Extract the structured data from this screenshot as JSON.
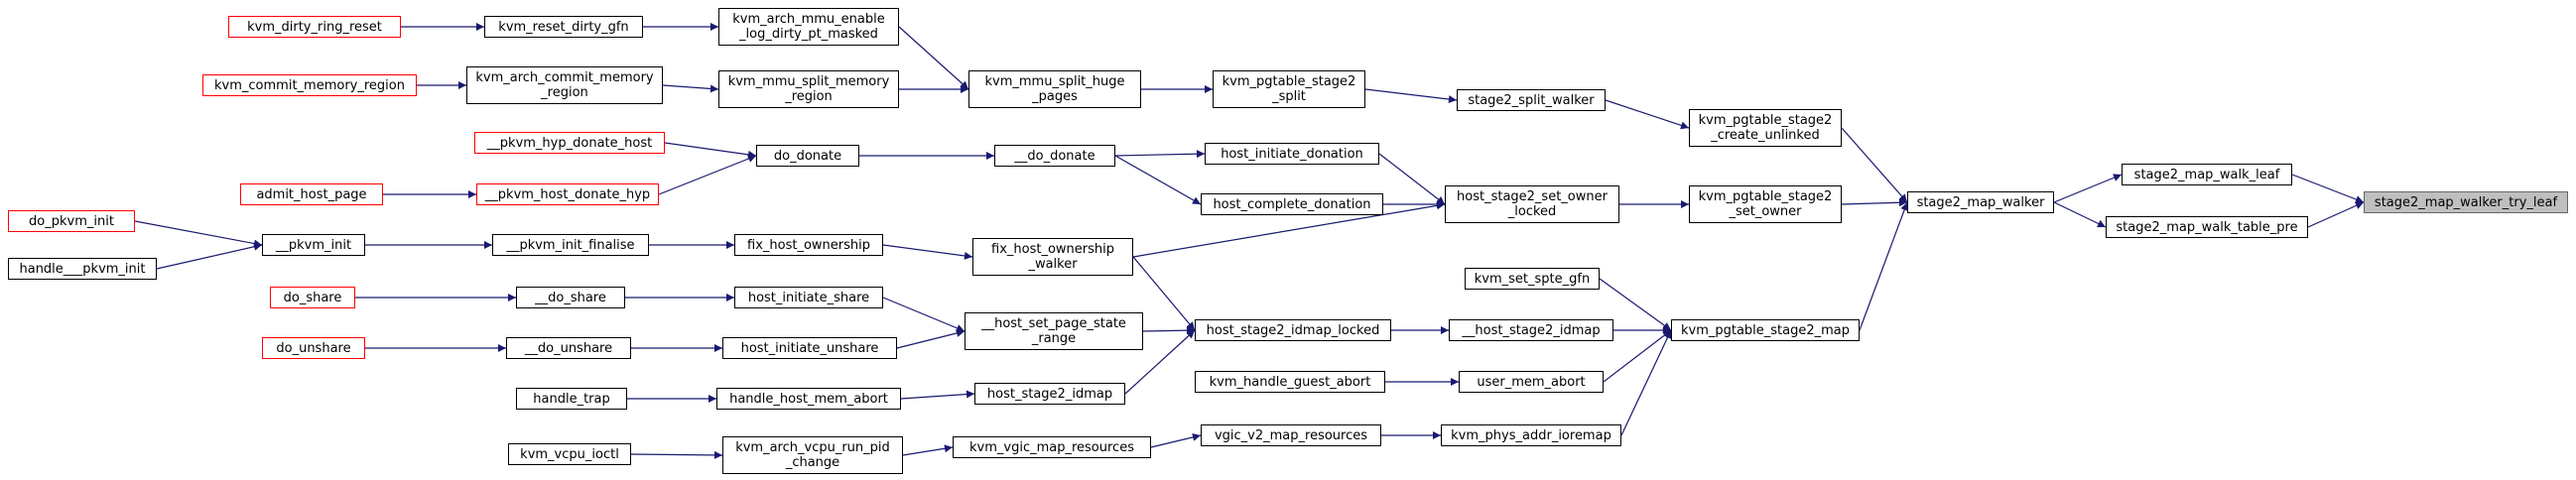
{
  "graph": {
    "colors": {
      "edge": "#191970",
      "border": "#000000",
      "truncated_border": "#ff0000",
      "root_fill": "#bfbfbf",
      "root_border": "#666666"
    },
    "nodes": [
      {
        "id": "stage2_map_walker_try_leaf",
        "label": "stage2_map_walker_try_leaf",
        "kind": "root"
      },
      {
        "id": "stage2_map_walk_leaf",
        "label": "stage2_map_walk_leaf",
        "kind": "normal"
      },
      {
        "id": "stage2_map_walk_table_pre",
        "label": "stage2_map_walk_table_pre",
        "kind": "normal"
      },
      {
        "id": "stage2_map_walker",
        "label": "stage2_map_walker",
        "kind": "normal"
      },
      {
        "id": "kvm_pgtable_stage2_create_unlinked",
        "label": "kvm_pgtable_stage2\n_create_unlinked",
        "kind": "normal"
      },
      {
        "id": "kvm_pgtable_stage2_set_owner",
        "label": "kvm_pgtable_stage2\n_set_owner",
        "kind": "normal"
      },
      {
        "id": "kvm_pgtable_stage2_map",
        "label": "kvm_pgtable_stage2_map",
        "kind": "normal"
      },
      {
        "id": "stage2_split_walker",
        "label": "stage2_split_walker",
        "kind": "normal"
      },
      {
        "id": "host_stage2_set_owner_locked",
        "label": "host_stage2_set_owner\n_locked",
        "kind": "normal"
      },
      {
        "id": "kvm_set_spte_gfn",
        "label": "kvm_set_spte_gfn",
        "kind": "normal"
      },
      {
        "id": "__host_stage2_idmap",
        "label": "__host_stage2_idmap",
        "kind": "normal"
      },
      {
        "id": "user_mem_abort",
        "label": "user_mem_abort",
        "kind": "normal"
      },
      {
        "id": "kvm_phys_addr_ioremap",
        "label": "kvm_phys_addr_ioremap",
        "kind": "normal"
      },
      {
        "id": "kvm_pgtable_stage2_split",
        "label": "kvm_pgtable_stage2\n_split",
        "kind": "normal"
      },
      {
        "id": "host_initiate_donation",
        "label": "host_initiate_donation",
        "kind": "normal"
      },
      {
        "id": "host_complete_donation",
        "label": "host_complete_donation",
        "kind": "normal"
      },
      {
        "id": "host_stage2_idmap_locked",
        "label": "host_stage2_idmap_locked",
        "kind": "normal"
      },
      {
        "id": "kvm_handle_guest_abort",
        "label": "kvm_handle_guest_abort",
        "kind": "normal"
      },
      {
        "id": "vgic_v2_map_resources",
        "label": "vgic_v2_map_resources",
        "kind": "normal"
      },
      {
        "id": "kvm_mmu_split_huge_pages",
        "label": "kvm_mmu_split_huge\n_pages",
        "kind": "normal"
      },
      {
        "id": "__do_donate",
        "label": "__do_donate",
        "kind": "normal"
      },
      {
        "id": "fix_host_ownership_walker",
        "label": "fix_host_ownership\n_walker",
        "kind": "normal"
      },
      {
        "id": "__host_set_page_state_range",
        "label": "__host_set_page_state\n_range",
        "kind": "normal"
      },
      {
        "id": "host_stage2_idmap",
        "label": "host_stage2_idmap",
        "kind": "normal"
      },
      {
        "id": "kvm_vgic_map_resources",
        "label": "kvm_vgic_map_resources",
        "kind": "normal"
      },
      {
        "id": "kvm_arch_mmu_enable_log_dirty_pt_masked",
        "label": "kvm_arch_mmu_enable\n_log_dirty_pt_masked",
        "kind": "normal"
      },
      {
        "id": "kvm_mmu_split_memory_region",
        "label": "kvm_mmu_split_memory\n_region",
        "kind": "normal"
      },
      {
        "id": "do_donate",
        "label": "do_donate",
        "kind": "normal"
      },
      {
        "id": "fix_host_ownership",
        "label": "fix_host_ownership",
        "kind": "normal"
      },
      {
        "id": "host_initiate_share",
        "label": "host_initiate_share",
        "kind": "normal"
      },
      {
        "id": "host_initiate_unshare",
        "label": "host_initiate_unshare",
        "kind": "normal"
      },
      {
        "id": "handle_host_mem_abort",
        "label": "handle_host_mem_abort",
        "kind": "normal"
      },
      {
        "id": "kvm_arch_vcpu_run_pid_change",
        "label": "kvm_arch_vcpu_run_pid\n_change",
        "kind": "normal"
      },
      {
        "id": "kvm_reset_dirty_gfn",
        "label": "kvm_reset_dirty_gfn",
        "kind": "normal"
      },
      {
        "id": "kvm_arch_commit_memory_region",
        "label": "kvm_arch_commit_memory\n_region",
        "kind": "normal"
      },
      {
        "id": "__pkvm_hyp_donate_host",
        "label": "__pkvm_hyp_donate_host",
        "kind": "truncated"
      },
      {
        "id": "__pkvm_host_donate_hyp",
        "label": "__pkvm_host_donate_hyp",
        "kind": "truncated"
      },
      {
        "id": "__pkvm_init_finalise",
        "label": "__pkvm_init_finalise",
        "kind": "normal"
      },
      {
        "id": "__do_share",
        "label": "__do_share",
        "kind": "normal"
      },
      {
        "id": "__do_unshare",
        "label": "__do_unshare",
        "kind": "normal"
      },
      {
        "id": "handle_trap",
        "label": "handle_trap",
        "kind": "normal"
      },
      {
        "id": "kvm_vcpu_ioctl",
        "label": "kvm_vcpu_ioctl",
        "kind": "normal"
      },
      {
        "id": "kvm_dirty_ring_reset",
        "label": "kvm_dirty_ring_reset",
        "kind": "truncated"
      },
      {
        "id": "kvm_commit_memory_region",
        "label": "kvm_commit_memory_region",
        "kind": "truncated"
      },
      {
        "id": "admit_host_page",
        "label": "admit_host_page",
        "kind": "truncated"
      },
      {
        "id": "__pkvm_init",
        "label": "__pkvm_init",
        "kind": "normal"
      },
      {
        "id": "do_share",
        "label": "do_share",
        "kind": "truncated"
      },
      {
        "id": "do_unshare",
        "label": "do_unshare",
        "kind": "truncated"
      },
      {
        "id": "do_pkvm_init",
        "label": "do_pkvm_init",
        "kind": "truncated"
      },
      {
        "id": "handle___pkvm_init",
        "label": "handle___pkvm_init",
        "kind": "normal"
      }
    ],
    "edges": [
      [
        "stage2_map_walk_leaf",
        "stage2_map_walker_try_leaf"
      ],
      [
        "stage2_map_walk_table_pre",
        "stage2_map_walker_try_leaf"
      ],
      [
        "stage2_map_walker",
        "stage2_map_walk_leaf"
      ],
      [
        "stage2_map_walker",
        "stage2_map_walk_table_pre"
      ],
      [
        "kvm_pgtable_stage2_create_unlinked",
        "stage2_map_walker"
      ],
      [
        "kvm_pgtable_stage2_set_owner",
        "stage2_map_walker"
      ],
      [
        "kvm_pgtable_stage2_map",
        "stage2_map_walker"
      ],
      [
        "stage2_split_walker",
        "kvm_pgtable_stage2_create_unlinked"
      ],
      [
        "host_stage2_set_owner_locked",
        "kvm_pgtable_stage2_set_owner"
      ],
      [
        "kvm_set_spte_gfn",
        "kvm_pgtable_stage2_map"
      ],
      [
        "__host_stage2_idmap",
        "kvm_pgtable_stage2_map"
      ],
      [
        "user_mem_abort",
        "kvm_pgtable_stage2_map"
      ],
      [
        "kvm_phys_addr_ioremap",
        "kvm_pgtable_stage2_map"
      ],
      [
        "kvm_pgtable_stage2_split",
        "stage2_split_walker"
      ],
      [
        "host_initiate_donation",
        "host_stage2_set_owner_locked"
      ],
      [
        "host_complete_donation",
        "host_stage2_set_owner_locked"
      ],
      [
        "host_stage2_idmap_locked",
        "__host_stage2_idmap"
      ],
      [
        "kvm_handle_guest_abort",
        "user_mem_abort"
      ],
      [
        "vgic_v2_map_resources",
        "kvm_phys_addr_ioremap"
      ],
      [
        "kvm_mmu_split_huge_pages",
        "kvm_pgtable_stage2_split"
      ],
      [
        "__do_donate",
        "host_initiate_donation"
      ],
      [
        "__do_donate",
        "host_complete_donation"
      ],
      [
        "fix_host_ownership_walker",
        "host_stage2_set_owner_locked"
      ],
      [
        "fix_host_ownership_walker",
        "host_stage2_idmap_locked"
      ],
      [
        "__host_set_page_state_range",
        "host_stage2_idmap_locked"
      ],
      [
        "host_stage2_idmap",
        "host_stage2_idmap_locked"
      ],
      [
        "kvm_vgic_map_resources",
        "vgic_v2_map_resources"
      ],
      [
        "kvm_arch_mmu_enable_log_dirty_pt_masked",
        "kvm_mmu_split_huge_pages"
      ],
      [
        "kvm_mmu_split_memory_region",
        "kvm_mmu_split_huge_pages"
      ],
      [
        "do_donate",
        "__do_donate"
      ],
      [
        "fix_host_ownership",
        "fix_host_ownership_walker"
      ],
      [
        "host_initiate_share",
        "__host_set_page_state_range"
      ],
      [
        "host_initiate_unshare",
        "__host_set_page_state_range"
      ],
      [
        "handle_host_mem_abort",
        "host_stage2_idmap"
      ],
      [
        "kvm_arch_vcpu_run_pid_change",
        "kvm_vgic_map_resources"
      ],
      [
        "kvm_reset_dirty_gfn",
        "kvm_arch_mmu_enable_log_dirty_pt_masked"
      ],
      [
        "kvm_arch_commit_memory_region",
        "kvm_mmu_split_memory_region"
      ],
      [
        "__pkvm_hyp_donate_host",
        "do_donate"
      ],
      [
        "__pkvm_host_donate_hyp",
        "do_donate"
      ],
      [
        "__pkvm_init_finalise",
        "fix_host_ownership"
      ],
      [
        "__do_share",
        "host_initiate_share"
      ],
      [
        "__do_unshare",
        "host_initiate_unshare"
      ],
      [
        "handle_trap",
        "handle_host_mem_abort"
      ],
      [
        "kvm_vcpu_ioctl",
        "kvm_arch_vcpu_run_pid_change"
      ],
      [
        "kvm_dirty_ring_reset",
        "kvm_reset_dirty_gfn"
      ],
      [
        "kvm_commit_memory_region",
        "kvm_arch_commit_memory_region"
      ],
      [
        "admit_host_page",
        "__pkvm_host_donate_hyp"
      ],
      [
        "__pkvm_init",
        "__pkvm_init_finalise"
      ],
      [
        "do_share",
        "__do_share"
      ],
      [
        "do_unshare",
        "__do_unshare"
      ],
      [
        "do_pkvm_init",
        "__pkvm_init"
      ],
      [
        "handle___pkvm_init",
        "__pkvm_init"
      ]
    ]
  }
}
